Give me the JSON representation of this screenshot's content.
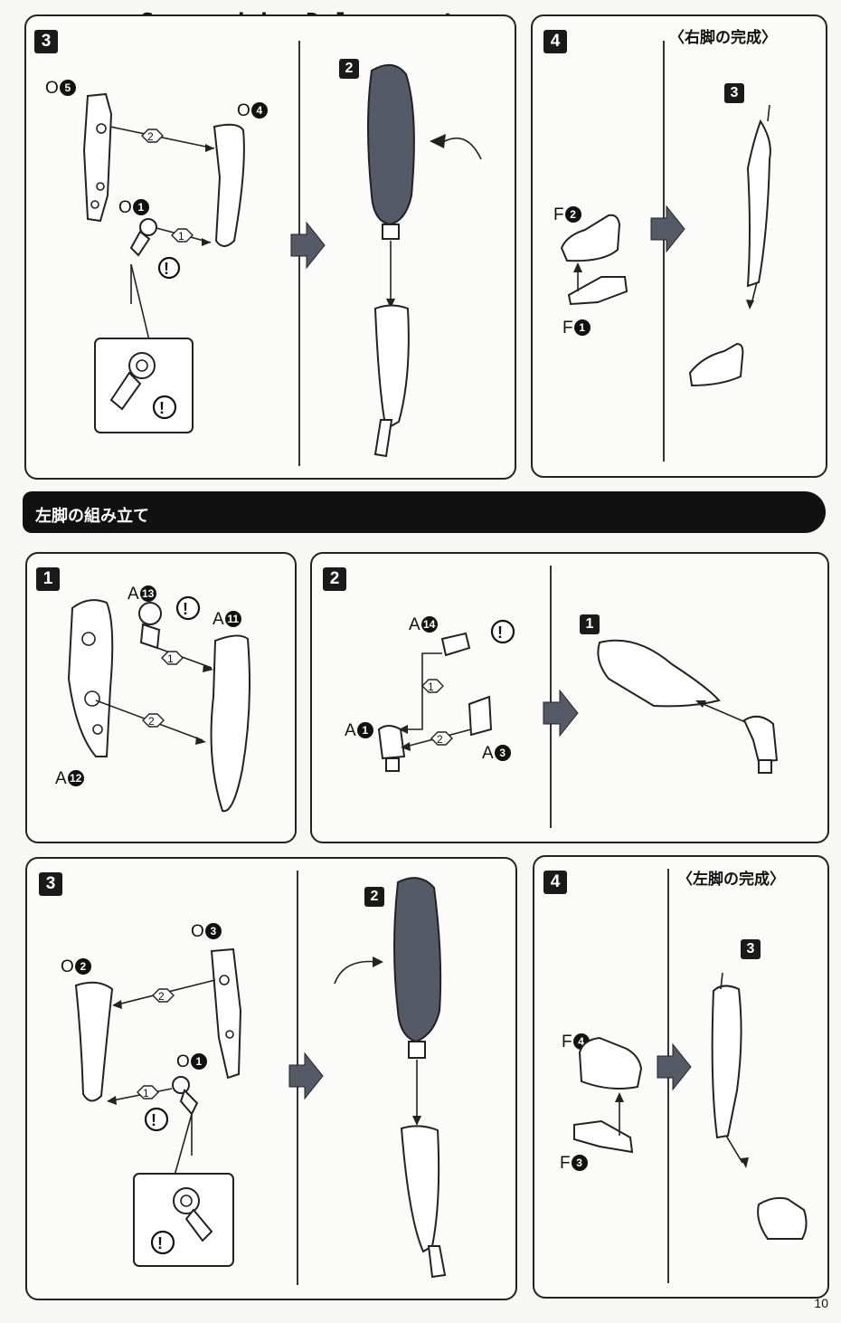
{
  "watermark": "Scanned by Dalong.net",
  "section_left_leg": "左脚の組み立て",
  "page_number": "10",
  "top": {
    "step3": "3",
    "step3_sub": "2",
    "labels": {
      "o5": "O",
      "o5n": "5",
      "o4": "O",
      "o4n": "4",
      "o1": "O",
      "o1n": "1"
    },
    "step4": "4",
    "step4_title": "〈右脚の完成〉",
    "step4_sub": "3",
    "f2": "F",
    "f2n": "2",
    "f1": "F",
    "f1n": "1"
  },
  "mid": {
    "step1": "1",
    "a13": "A",
    "a13n": "13",
    "a11": "A",
    "a11n": "11",
    "a12": "A",
    "a12n": "12",
    "step2": "2",
    "a14": "A",
    "a14n": "14",
    "a1": "A",
    "a1n": "1",
    "a3": "A",
    "a3n": "3",
    "step2_sub": "1"
  },
  "bottom": {
    "step3": "3",
    "step3_sub": "2",
    "o3": "O",
    "o3n": "3",
    "o2": "O",
    "o2n": "2",
    "o1": "O",
    "o1n": "1",
    "step4": "4",
    "step4_title": "〈左脚の完成〉",
    "step4_sub": "3",
    "f4": "F",
    "f4n": "4",
    "f3": "F",
    "f3n": "3"
  },
  "markers": {
    "one": "1",
    "two": "2",
    "warn": "!"
  }
}
